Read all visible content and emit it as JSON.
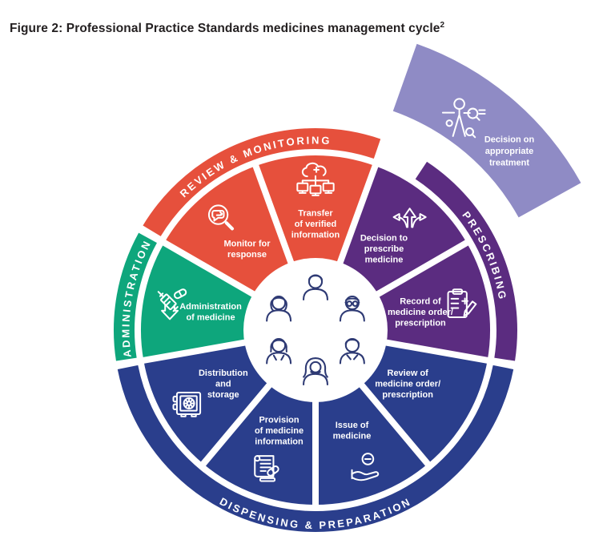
{
  "figure": {
    "title": "Figure 2: Professional Practice Standards medicines management cycle",
    "title_superscript": "2"
  },
  "wheel": {
    "categories": [
      {
        "id": "review-monitoring",
        "label": "REVIEW & MONITORING",
        "color": "#E6503C"
      },
      {
        "id": "prescribing",
        "label": "PRESCRIBING",
        "color": "#5B2C80"
      },
      {
        "id": "dispensing-preparation",
        "label": "DISPENSING & PREPARATION",
        "color": "#2A3E8C"
      },
      {
        "id": "administration",
        "label": "ADMINISTRATION",
        "color": "#0EA67C"
      }
    ],
    "segments": [
      {
        "id": "transfer-of-verified-information",
        "category": "review-monitoring",
        "label_lines": [
          "Transfer",
          "of verified",
          "information"
        ],
        "icon": "cloud-network-icon"
      },
      {
        "id": "decision-to-prescribe-medicine",
        "category": "prescribing",
        "label_lines": [
          "Decision to",
          "prescribe",
          "medicine"
        ],
        "icon": "branching-arrows-icon"
      },
      {
        "id": "record-of-medicine-order",
        "category": "prescribing",
        "label_lines": [
          "Record of",
          "medicine order/",
          "prescription"
        ],
        "icon": "clipboard-pencil-icon"
      },
      {
        "id": "review-of-medicine-order",
        "category": "dispensing-preparation",
        "label_lines": [
          "Review of",
          "medicine order/",
          "prescription"
        ],
        "icon": "qr-document-icon"
      },
      {
        "id": "issue-of-medicine",
        "category": "dispensing-preparation",
        "label_lines": [
          "Issue of",
          "medicine"
        ],
        "icon": "hand-minus-icon"
      },
      {
        "id": "provision-of-medicine-information",
        "category": "dispensing-preparation",
        "label_lines": [
          "Provision",
          "of medicine",
          "information"
        ],
        "icon": "scroll-pill-icon"
      },
      {
        "id": "distribution-and-storage",
        "category": "dispensing-preparation",
        "label_lines": [
          "Distribution",
          "and",
          "storage"
        ],
        "icon": "safe-icon"
      },
      {
        "id": "administration-of-medicine",
        "category": "administration",
        "label_lines": [
          "Administration",
          "of medicine"
        ],
        "icon": "syringe-icon"
      },
      {
        "id": "monitor-for-response",
        "category": "review-monitoring",
        "label_lines": [
          "Monitor for",
          "response"
        ],
        "icon": "magnifier-chat-icon"
      }
    ],
    "external_segment": {
      "id": "decision-on-appropriate-treatment",
      "label_lines": [
        "Decision on",
        "appropriate",
        "treatment"
      ],
      "icon": "body-scan-icon",
      "color": "#8F8BC5"
    },
    "center_people": [
      "young-man",
      "woman-short-hair",
      "older-man-glasses",
      "woman-bob",
      "young-man-2",
      "woman-hijab"
    ],
    "colors": {
      "icon_stroke": "#FFFFFF",
      "people_outline": "#2E3A74",
      "background": "#FFFFFF"
    }
  }
}
